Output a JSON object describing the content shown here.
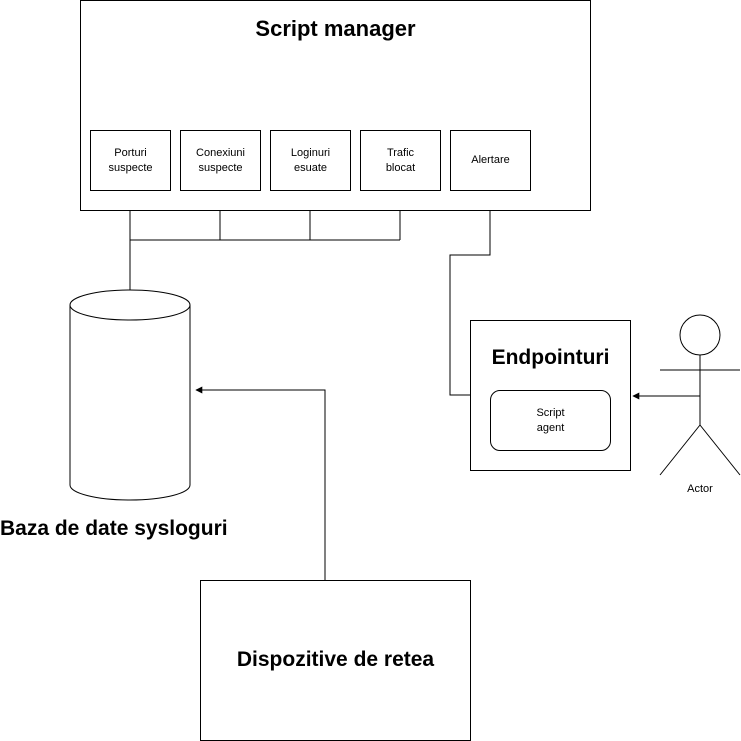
{
  "script_manager": {
    "title": "Script manager",
    "modules": [
      {
        "label": "Porturi\nsuspecte"
      },
      {
        "label": "Conexiuni\nsuspecte"
      },
      {
        "label": "Loginuri\nesuate"
      },
      {
        "label": "Trafic\nblocat"
      },
      {
        "label": "Alertare"
      }
    ]
  },
  "database": {
    "label": "Baza de date sysloguri"
  },
  "endpoints": {
    "title": "Endpointuri",
    "agent_label": "Script\nagent"
  },
  "actor": {
    "label": "Actor"
  },
  "network_devices": {
    "label": "Dispozitive de retea"
  }
}
